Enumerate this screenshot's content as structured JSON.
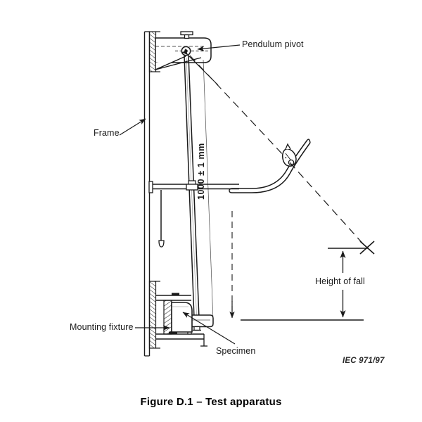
{
  "figure": {
    "caption": "Figure D.1 – Test apparatus",
    "reference_code": "IEC  971/97",
    "background_color": "#ffffff",
    "line_color": "#1a1a1a"
  },
  "labels": {
    "pendulum_pivot": "Pendulum pivot",
    "frame": "Frame",
    "dimension": "1000 ± 1 mm",
    "height_of_fall": "Height of fall",
    "mounting_fixture": "Mounting fixture",
    "specimen": "Specimen"
  },
  "annotations": {
    "dimension_value": "1000",
    "dimension_tolerance": "± 1",
    "dimension_unit": "mm"
  },
  "components": [
    {
      "name": "frame-column",
      "description": "Vertical frame column with hatched wall plates"
    },
    {
      "name": "pivot-bracket",
      "description": "Wedge bracket carrying the pendulum pivot"
    },
    {
      "name": "pendulum-rod",
      "description": "Pendulum rod at rest, vertical"
    },
    {
      "name": "pendulum-hammer",
      "description": "Hammer head at the lower end of the pendulum rod"
    },
    {
      "name": "raised-pendulum-arm",
      "description": "Curved pendulum arm shown in raised position"
    },
    {
      "name": "swing-arc",
      "description": "Dashed swing path from pivot to release point"
    },
    {
      "name": "specimen-block",
      "description": "Specimen mounted on the mounting fixture"
    },
    {
      "name": "height-of-fall-dimension",
      "description": "Vertical dimension between release height and impact level"
    }
  ]
}
